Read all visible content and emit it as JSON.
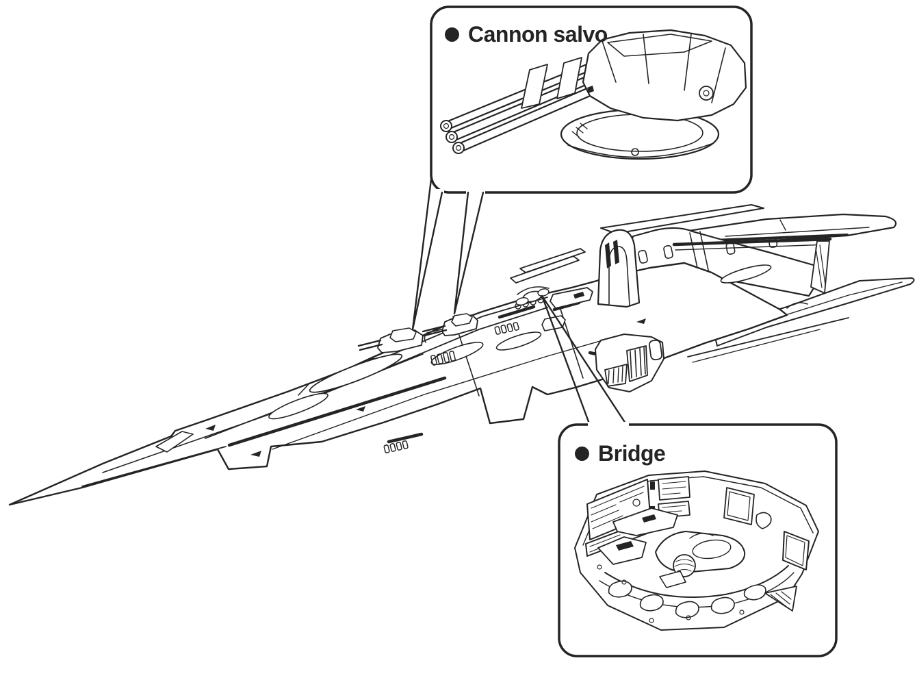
{
  "figure": {
    "type": "technical-illustration",
    "subject_labels": []
  },
  "callouts": {
    "cannon": {
      "bullet_icon": "circle",
      "label": "Cannon salvo"
    },
    "bridge": {
      "bullet_icon": "circle",
      "label": "Bridge"
    }
  },
  "colors": {
    "ink": "#242424",
    "paper": "#ffffff"
  }
}
